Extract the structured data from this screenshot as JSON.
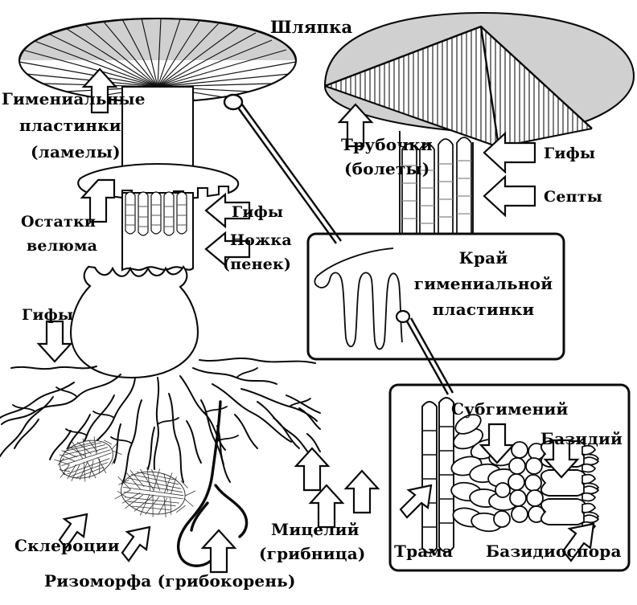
{
  "diagram": {
    "title_language": "ru",
    "subject": "Строение шляпочного гриба",
    "colors": {
      "ink": "#0a0a0a",
      "cap_fill": "#d0d0d0",
      "paper": "#ffffff",
      "hair": "#2b2b2b"
    }
  },
  "labels": {
    "cap": "Шляпка",
    "hymenial_plates_l1": "Гимениальные",
    "hymenial_plates_l2": "пластинки",
    "hymenial_plates_l3": "(ламелы)",
    "veil_remnants_l1": "Остатки",
    "veil_remnants_l2": "велюма",
    "hyphae_stem": "Гифы",
    "stipe_l1": "Ножка",
    "stipe_l2": "(пенек)",
    "hyphae_base": "Гифы",
    "tubes_l1": "Трубочки",
    "tubes_l2": "(болеты)",
    "hyphae_tubes": "Гифы",
    "septa": "Септы",
    "lamella_edge_l1": "Край",
    "lamella_edge_l2": "гимениальной",
    "lamella_edge_l3": "пластинки",
    "subhymenium": "Субгимений",
    "basidium": "Базидий",
    "trama": "Трама",
    "basidiospore": "Базидиоспора",
    "sclerotia": "Склероции",
    "rhizomorph": "Ризоморфа  (грибокорень)",
    "mycelium_l1": "Мицелий",
    "mycelium_l2": "(грибница)"
  },
  "panels": [
    {
      "id": "lamella-edge-panel",
      "title": "Край гимениальной пластинки"
    },
    {
      "id": "hymenium-panel",
      "title": "Субгимений / Базидий / Трама / Базидиоспора"
    }
  ]
}
